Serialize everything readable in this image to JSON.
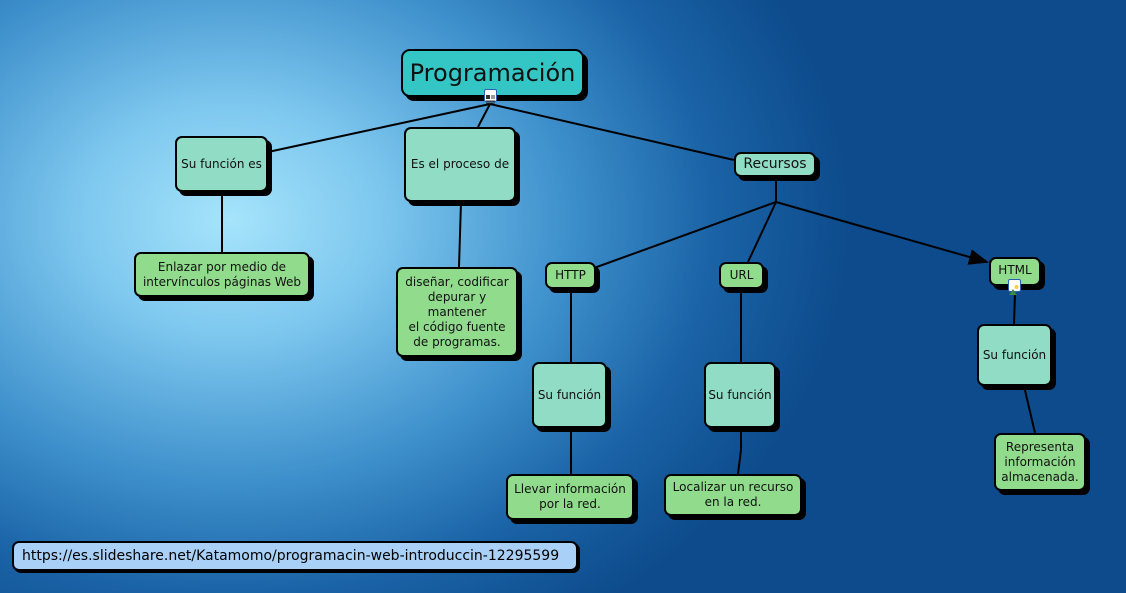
{
  "nodes": {
    "root": "Programación",
    "su_funcion_es": "Su función es",
    "proceso": "Es el proceso de",
    "recursos": "Recursos",
    "enlazar": "Enlazar por medio de\nintervínculos páginas Web",
    "disenar": "diseñar, codificar\ndepurar y\nmantener\nel código fuente\nde programas.",
    "http": "HTTP",
    "url": "URL",
    "html": "HTML",
    "http_funcion": "Su función",
    "url_funcion": "Su función",
    "html_funcion": "Su función",
    "llevar": "Llevar información\npor la red.",
    "localizar": "Localizar un recurso\nen la red.",
    "representa": "Representa\ninformación\nalmacenada."
  },
  "source_url": "https://es.slideshare.net/Katamomo/programacin-web-introduccin-12295599",
  "colors": {
    "root": "#33c6c4",
    "linking": "#90dcc4",
    "concept": "#90dc8c"
  }
}
